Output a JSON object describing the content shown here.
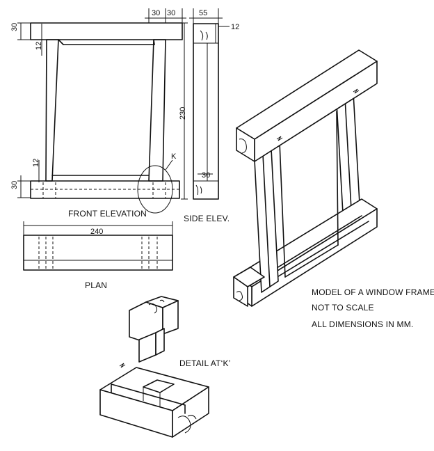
{
  "views": {
    "front_elevation": "FRONT ELEVATION",
    "side_elevation": "SIDE ELEV.",
    "plan": "PLAN",
    "detail": "DETAIL AT‘K’"
  },
  "notes": [
    "MODEL OF A WINDOW FRAME",
    "NOT TO SCALE",
    "ALL DIMENSIONS IN MM."
  ],
  "dimensions": {
    "d30_left_top": "30",
    "d12_left_top": "12",
    "d30_top_a": "30",
    "d30_top_b": "30",
    "d230": "230",
    "d12_left_bottom": "12",
    "d30_left_bottom": "30",
    "d55": "55",
    "d12_side": "12",
    "d30_side": "30",
    "d240": "240"
  },
  "callout": "K"
}
